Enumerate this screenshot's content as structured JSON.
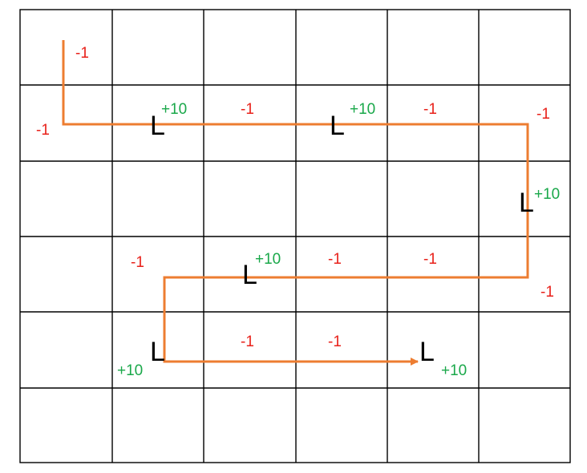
{
  "colors": {
    "grid": "#000000",
    "path": "#ED7D31",
    "penalty": "#E8221B",
    "reward": "#1AA84A",
    "marker": "#000000"
  },
  "grid": {
    "rows": 6,
    "cols": 6
  },
  "labels": {
    "penalty": "-1",
    "reward": "+10",
    "marker": "L"
  },
  "path": {
    "has_arrowhead": true
  }
}
